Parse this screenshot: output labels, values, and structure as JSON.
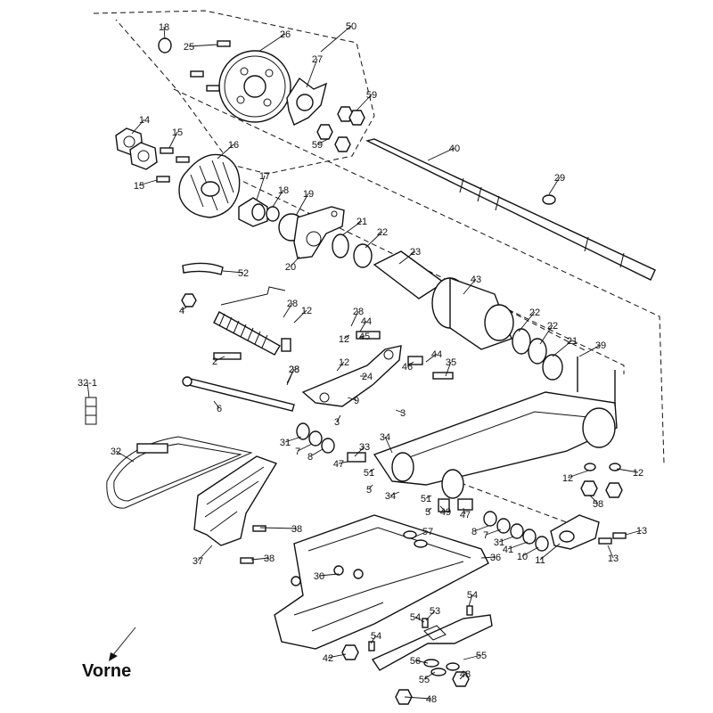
{
  "caption": "Vorne",
  "callouts": [
    "18",
    "25",
    "26",
    "50",
    "27",
    "59",
    "59",
    "14",
    "15",
    "15",
    "16",
    "40",
    "29",
    "17",
    "18",
    "19",
    "21",
    "22",
    "23",
    "20",
    "52",
    "43",
    "4",
    "28",
    "12",
    "28",
    "44",
    "12",
    "45",
    "22",
    "22",
    "2",
    "28",
    "12",
    "44",
    "46",
    "35",
    "21",
    "39",
    "32-1",
    "28",
    "24",
    "6",
    "9",
    "3",
    "3",
    "31",
    "7",
    "8",
    "34",
    "33",
    "47",
    "51",
    "5",
    "12",
    "12",
    "32",
    "34",
    "51",
    "5",
    "49",
    "47",
    "58",
    "8",
    "7",
    "31",
    "41",
    "10",
    "11",
    "13",
    "13",
    "57",
    "38",
    "37",
    "38",
    "30",
    "36",
    "54",
    "53",
    "54",
    "54",
    "56",
    "55",
    "42",
    "48",
    "55",
    "48"
  ]
}
